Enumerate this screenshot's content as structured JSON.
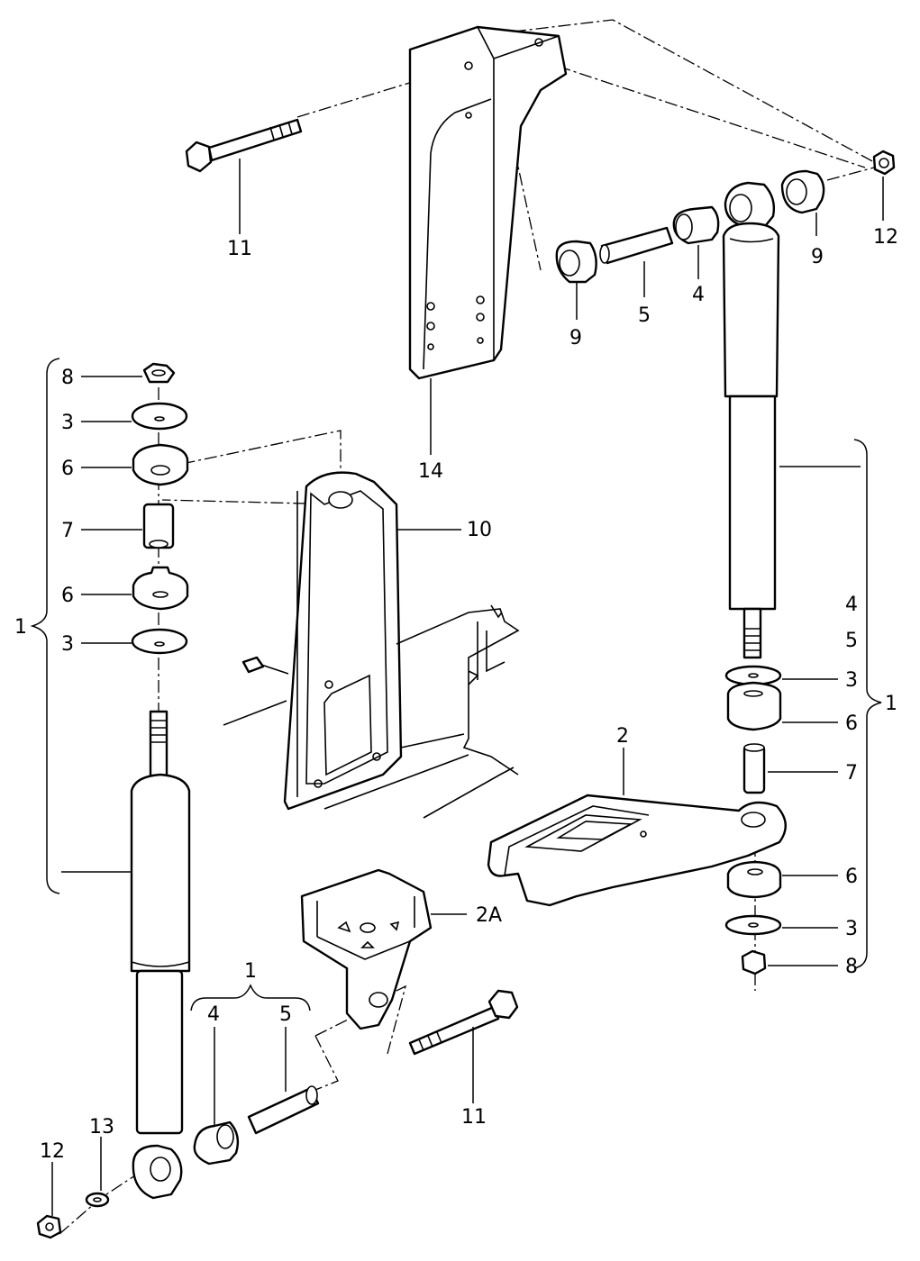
{
  "callouts": {
    "c11_top": "11",
    "c12_top": "12",
    "c9_right": "9",
    "c9_left": "9",
    "c5_top": "5",
    "c4_top": "4",
    "c14": "14",
    "c10": "10",
    "c8_left": "8",
    "c3_left_a": "3",
    "c6_left_a": "6",
    "c7_left": "7",
    "c6_left_b": "6",
    "c3_left_b": "3",
    "c1_left": "1",
    "c4_right_list": "4",
    "c5_right_list": "5",
    "c3_right_a": "3",
    "c6_right_a": "6",
    "c1_right": "1",
    "c2": "2",
    "c7_right": "7",
    "c6_right_b": "6",
    "c3_right_b": "3",
    "c8_right": "8",
    "c2A": "2A",
    "c1_bottom": "1",
    "c4_bottom": "4",
    "c5_bottom": "5",
    "c11_bottom": "11",
    "c13": "13",
    "c12_bottom": "12"
  }
}
